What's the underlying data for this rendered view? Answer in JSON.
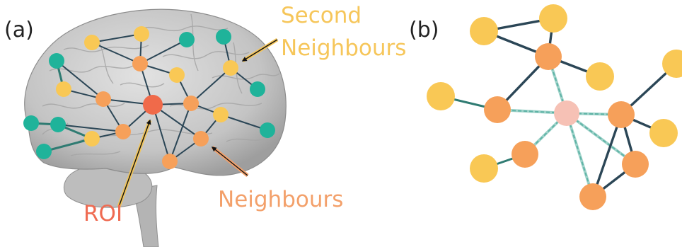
{
  "panels": {
    "a": {
      "label": "(a)"
    },
    "b": {
      "label": "(b)"
    }
  },
  "callouts": {
    "second_neighbours_line1": "Second",
    "second_neighbours_line2": "Neighbours",
    "neighbours": "Neighbours",
    "roi": "ROI"
  },
  "colors": {
    "roi": "#f06a4a",
    "neighbour": "#f6a05a",
    "second_neighbour": "#f9c855",
    "other": "#1fb39a",
    "edge": "#2b4656",
    "dashed_edge": "#5fb3a6",
    "roi_light": "#f6c1b5",
    "second_text": "#f6c65a",
    "neighbour_text": "#f3a06a",
    "roi_text": "#ef6b52",
    "brain": "#c9c9c9"
  },
  "node_categories": [
    "roi",
    "neighbour",
    "second_neighbour",
    "other"
  ]
}
